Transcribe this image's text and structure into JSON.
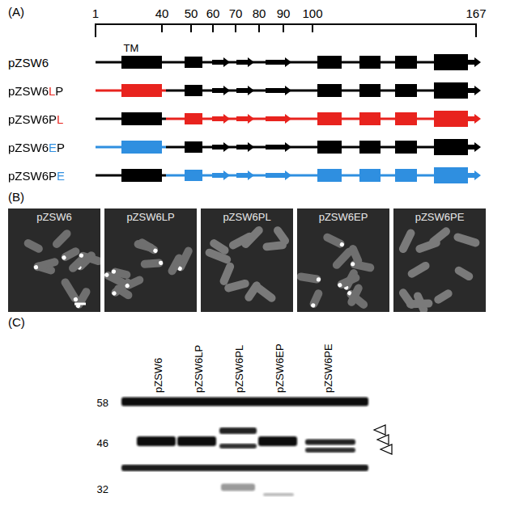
{
  "diagram": {
    "nodes": [
      {
        "text": [
          "pZSW6"
        ]
      },
      {
        "text": [
          "pZSW6LP"
        ]
      },
      {
        "text": [
          "pZSW6PL"
        ]
      },
      {
        "text": [
          "pZSW6EP"
        ]
      },
      {
        "text": [
          "pZSW6PE"
        ]
      }
    ],
    "labels": [
      "(A)",
      "1",
      "40",
      "50",
      "60",
      "70",
      "80",
      "90",
      "100",
      "167",
      "pZSW6",
      "pZSW6LP",
      "pZSW6PL",
      "pZSW6EP",
      "pZSW6PE",
      "TM",
      "(B)",
      "(C)",
      "pZSW6",
      "pZSW6LP",
      "pZSW6PL",
      "pZSW6EP",
      "pZSW6PE",
      "58",
      "46",
      "32"
    ]
  }
}
